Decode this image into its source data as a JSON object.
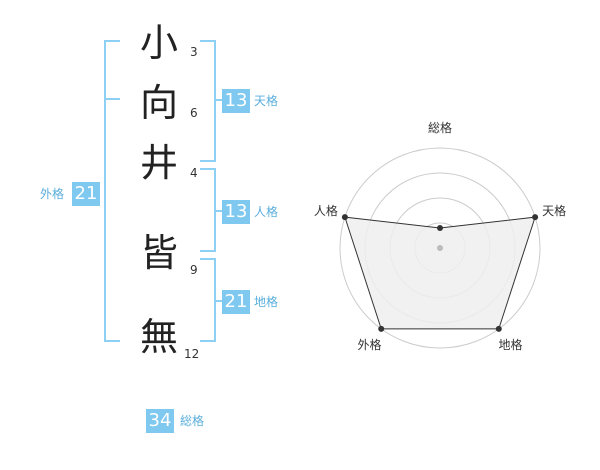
{
  "name_chars": [
    {
      "char": "小",
      "strokes": "3"
    },
    {
      "char": "向",
      "strokes": "6"
    },
    {
      "char": "井",
      "strokes": "4"
    },
    {
      "char": "皆",
      "strokes": "9"
    },
    {
      "char": "無",
      "strokes": "12"
    }
  ],
  "scores": {
    "tenkaku": {
      "value": "13",
      "label": "天格"
    },
    "jinkaku": {
      "value": "13",
      "label": "人格"
    },
    "chikaku": {
      "value": "21",
      "label": "地格"
    },
    "gaikaku": {
      "value": "21",
      "label": "外格"
    },
    "soukaku": {
      "value": "34",
      "label": "総格"
    }
  },
  "chart_data": {
    "type": "radar",
    "axes": [
      "総格",
      "天格",
      "地格",
      "外格",
      "人格"
    ],
    "values": [
      0.2,
      1.0,
      1.0,
      1.0,
      1.0
    ],
    "rings": 4,
    "colors": {
      "fill": "#eeeeee",
      "stroke": "#333333",
      "grid": "#cccccc",
      "center": "#bbbbbb"
    }
  }
}
